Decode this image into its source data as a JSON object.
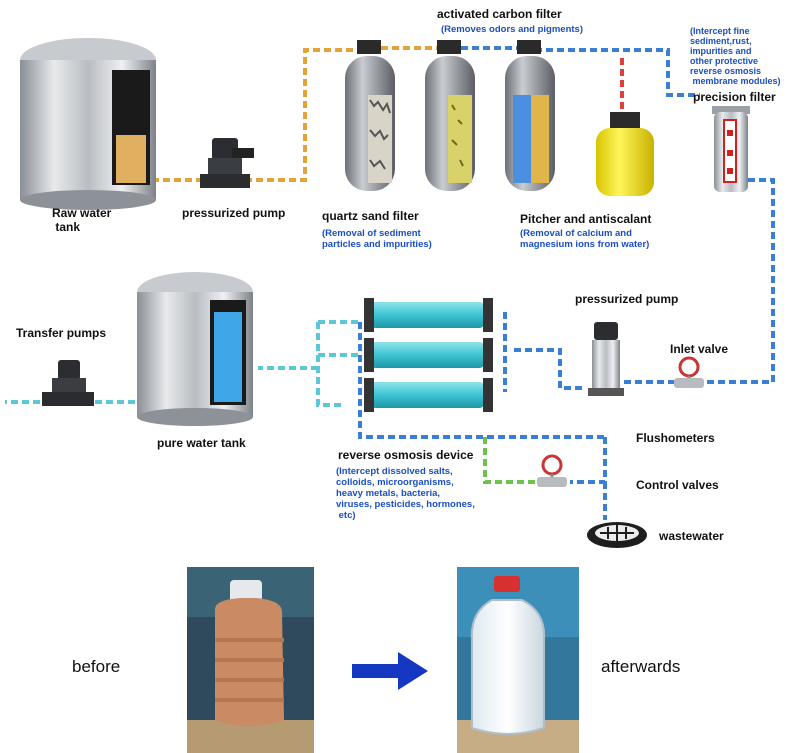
{
  "labels": {
    "raw_water_tank": "Raw water\n tank",
    "pressurized_pump_1": "pressurized pump",
    "quartz_sand_filter": "quartz sand filter",
    "quartz_sand_note": "(Removal of sediment\nparticles and impurities)",
    "activated_carbon_filter": "activated carbon filter",
    "activated_carbon_note": "(Removes odors and pigments)",
    "pitcher_antiscalant": "Pitcher and antiscalant",
    "pitcher_note": "(Removal of calcium and\nmagnesium ions from water)",
    "precision_note": "(Intercept fine\nsediment,rust,\nimpurities and\nother protective\nreverse osmosis\n membrane modules)",
    "precision_filter": "precision filter",
    "transfer_pumps": "Transfer pumps",
    "pure_water_tank": "pure water tank",
    "pressurized_pump_2": "pressurized pump",
    "inlet_valve": "Inlet valve",
    "reverse_osmosis_device": "reverse osmosis device",
    "ro_note": "(Intercept dissolved salts,\ncolloids, microorganisms,\nheavy metals, bacteria,\nviruses, pesticides, hormones,\n etc)",
    "flushometers": "Flushometers",
    "control_valves": "Control valves",
    "wastewater": "wastewater",
    "before": "before",
    "afterwards": "afterwards"
  },
  "colors": {
    "pipe_orange": "#e3a23a",
    "pipe_blue": "#3b7fd4",
    "pipe_red": "#e0403a",
    "pipe_cyan": "#5cc8d6",
    "pipe_green": "#6cc24a",
    "note_blue": "#1a4fc4",
    "arrow_blue": "#1538c2",
    "dirty_water": "#c98a64",
    "tank_fill_raw": "#e0b060",
    "tank_fill_pure": "#3fa6e8"
  },
  "icons": {
    "arrow": "right-arrow-icon",
    "valve": "valve-icon",
    "drain": "drain-grate-icon"
  }
}
